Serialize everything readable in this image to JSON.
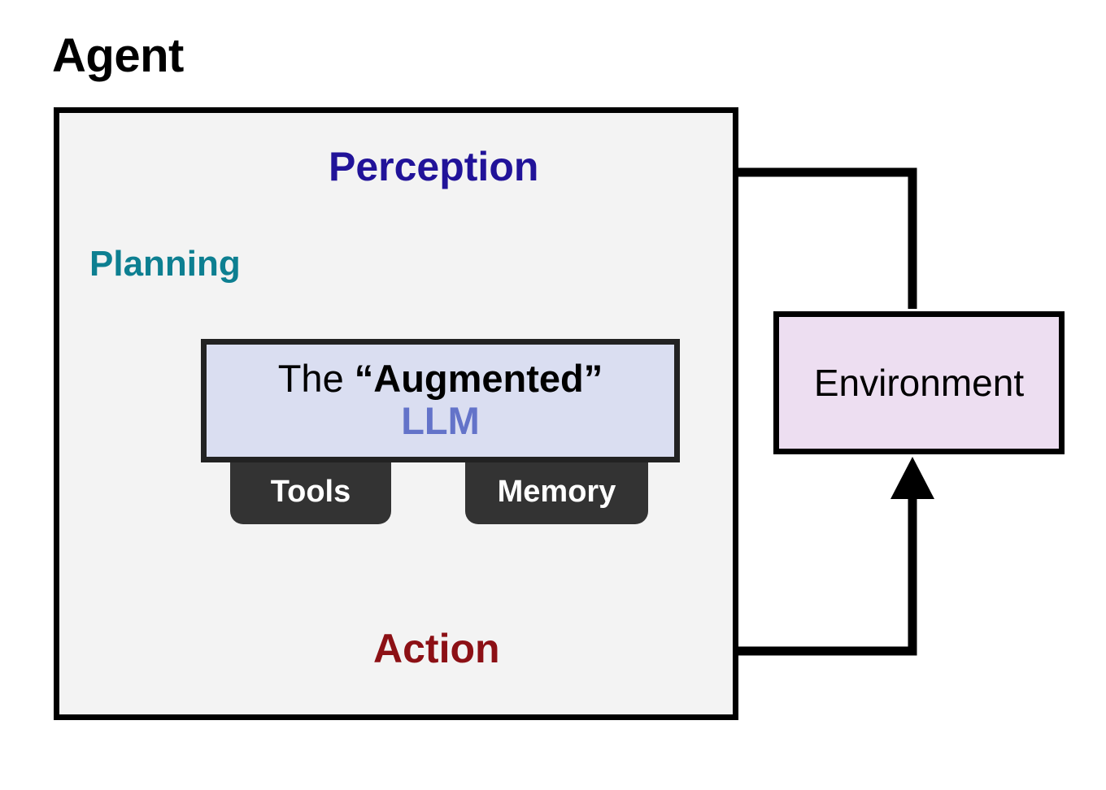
{
  "diagram": {
    "title": "Agent",
    "type": "agent-architecture-loop",
    "background_color": "#ffffff"
  },
  "agent_container": {
    "label": "Agent",
    "fill_color": "#f3f3f3",
    "border_color": "#000000"
  },
  "stages": {
    "perception": {
      "label": "Perception",
      "color": "#211399"
    },
    "planning": {
      "label": "Planning",
      "color": "#0d7f91"
    },
    "action": {
      "label": "Action",
      "color": "#8c1015"
    }
  },
  "llm_box": {
    "line1_plain": "The ",
    "line1_strong": "“Augmented”",
    "line2": "LLM",
    "fill_color": "#dadef1",
    "border_color": "#222222",
    "line1_color": "#000000",
    "line2_color": "#6373c9"
  },
  "capability_tabs": [
    {
      "label": "Tools",
      "fill_color": "#333333",
      "text_color": "#ffffff"
    },
    {
      "label": "Memory",
      "fill_color": "#333333",
      "text_color": "#ffffff"
    }
  ],
  "environment": {
    "label": "Environment",
    "fill_color": "#eddef1",
    "border_color": "#000000",
    "text_color": "#000000"
  },
  "connections": [
    {
      "name": "perception-to-llm",
      "from": "Perception",
      "to": "The “Augmented” LLM",
      "arrowhead": false
    },
    {
      "name": "llm-to-action",
      "from": "The “Augmented” LLM",
      "to": "Action",
      "arrowhead": true
    },
    {
      "name": "action-to-environment",
      "from": "Action",
      "to": "Environment",
      "arrowhead": true
    },
    {
      "name": "environment-to-perception",
      "from": "Environment",
      "to": "Perception",
      "arrowhead": true
    },
    {
      "name": "planning-self-loop",
      "from": "The “Augmented” LLM",
      "to": "The “Augmented” LLM",
      "arrowhead": true
    }
  ]
}
